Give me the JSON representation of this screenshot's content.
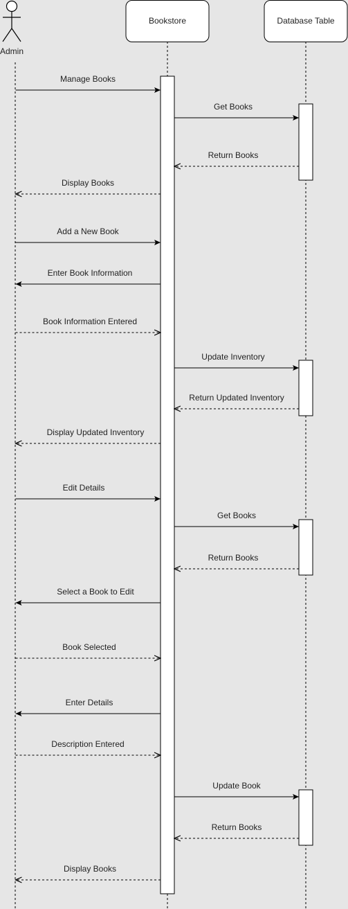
{
  "participants": {
    "admin": "Admin",
    "bookstore": "Bookstore",
    "database": "Database Table"
  },
  "messages": [
    {
      "from": "admin",
      "to": "bookstore",
      "label": "Manage Books",
      "style": "sync"
    },
    {
      "from": "bookstore",
      "to": "database",
      "label": "Get Books",
      "style": "sync"
    },
    {
      "from": "database",
      "to": "bookstore",
      "label": "Return Books",
      "style": "reply"
    },
    {
      "from": "bookstore",
      "to": "admin",
      "label": "Display Books",
      "style": "reply"
    },
    {
      "from": "admin",
      "to": "bookstore",
      "label": "Add a New Book",
      "style": "sync"
    },
    {
      "from": "bookstore",
      "to": "admin",
      "label": "Enter Book Information",
      "style": "sync"
    },
    {
      "from": "admin",
      "to": "bookstore",
      "label": "Book Information Entered",
      "style": "reply"
    },
    {
      "from": "bookstore",
      "to": "database",
      "label": "Update Inventory",
      "style": "sync"
    },
    {
      "from": "database",
      "to": "bookstore",
      "label": "Return Updated Inventory",
      "style": "reply"
    },
    {
      "from": "bookstore",
      "to": "admin",
      "label": "Display Updated Inventory",
      "style": "reply"
    },
    {
      "from": "admin",
      "to": "bookstore",
      "label": "Edit Details",
      "style": "sync"
    },
    {
      "from": "bookstore",
      "to": "database",
      "label": "Get Books",
      "style": "sync"
    },
    {
      "from": "database",
      "to": "bookstore",
      "label": "Return Books",
      "style": "reply"
    },
    {
      "from": "bookstore",
      "to": "admin",
      "label": "Select a Book to Edit",
      "style": "sync"
    },
    {
      "from": "admin",
      "to": "bookstore",
      "label": "Book Selected",
      "style": "reply"
    },
    {
      "from": "bookstore",
      "to": "admin",
      "label": "Enter Details",
      "style": "sync"
    },
    {
      "from": "admin",
      "to": "bookstore",
      "label": "Description Entered",
      "style": "reply"
    },
    {
      "from": "bookstore",
      "to": "database",
      "label": "Update Book",
      "style": "sync"
    },
    {
      "from": "database",
      "to": "bookstore",
      "label": "Return Books",
      "style": "reply"
    },
    {
      "from": "bookstore",
      "to": "admin",
      "label": "Display Books",
      "style": "reply"
    }
  ]
}
